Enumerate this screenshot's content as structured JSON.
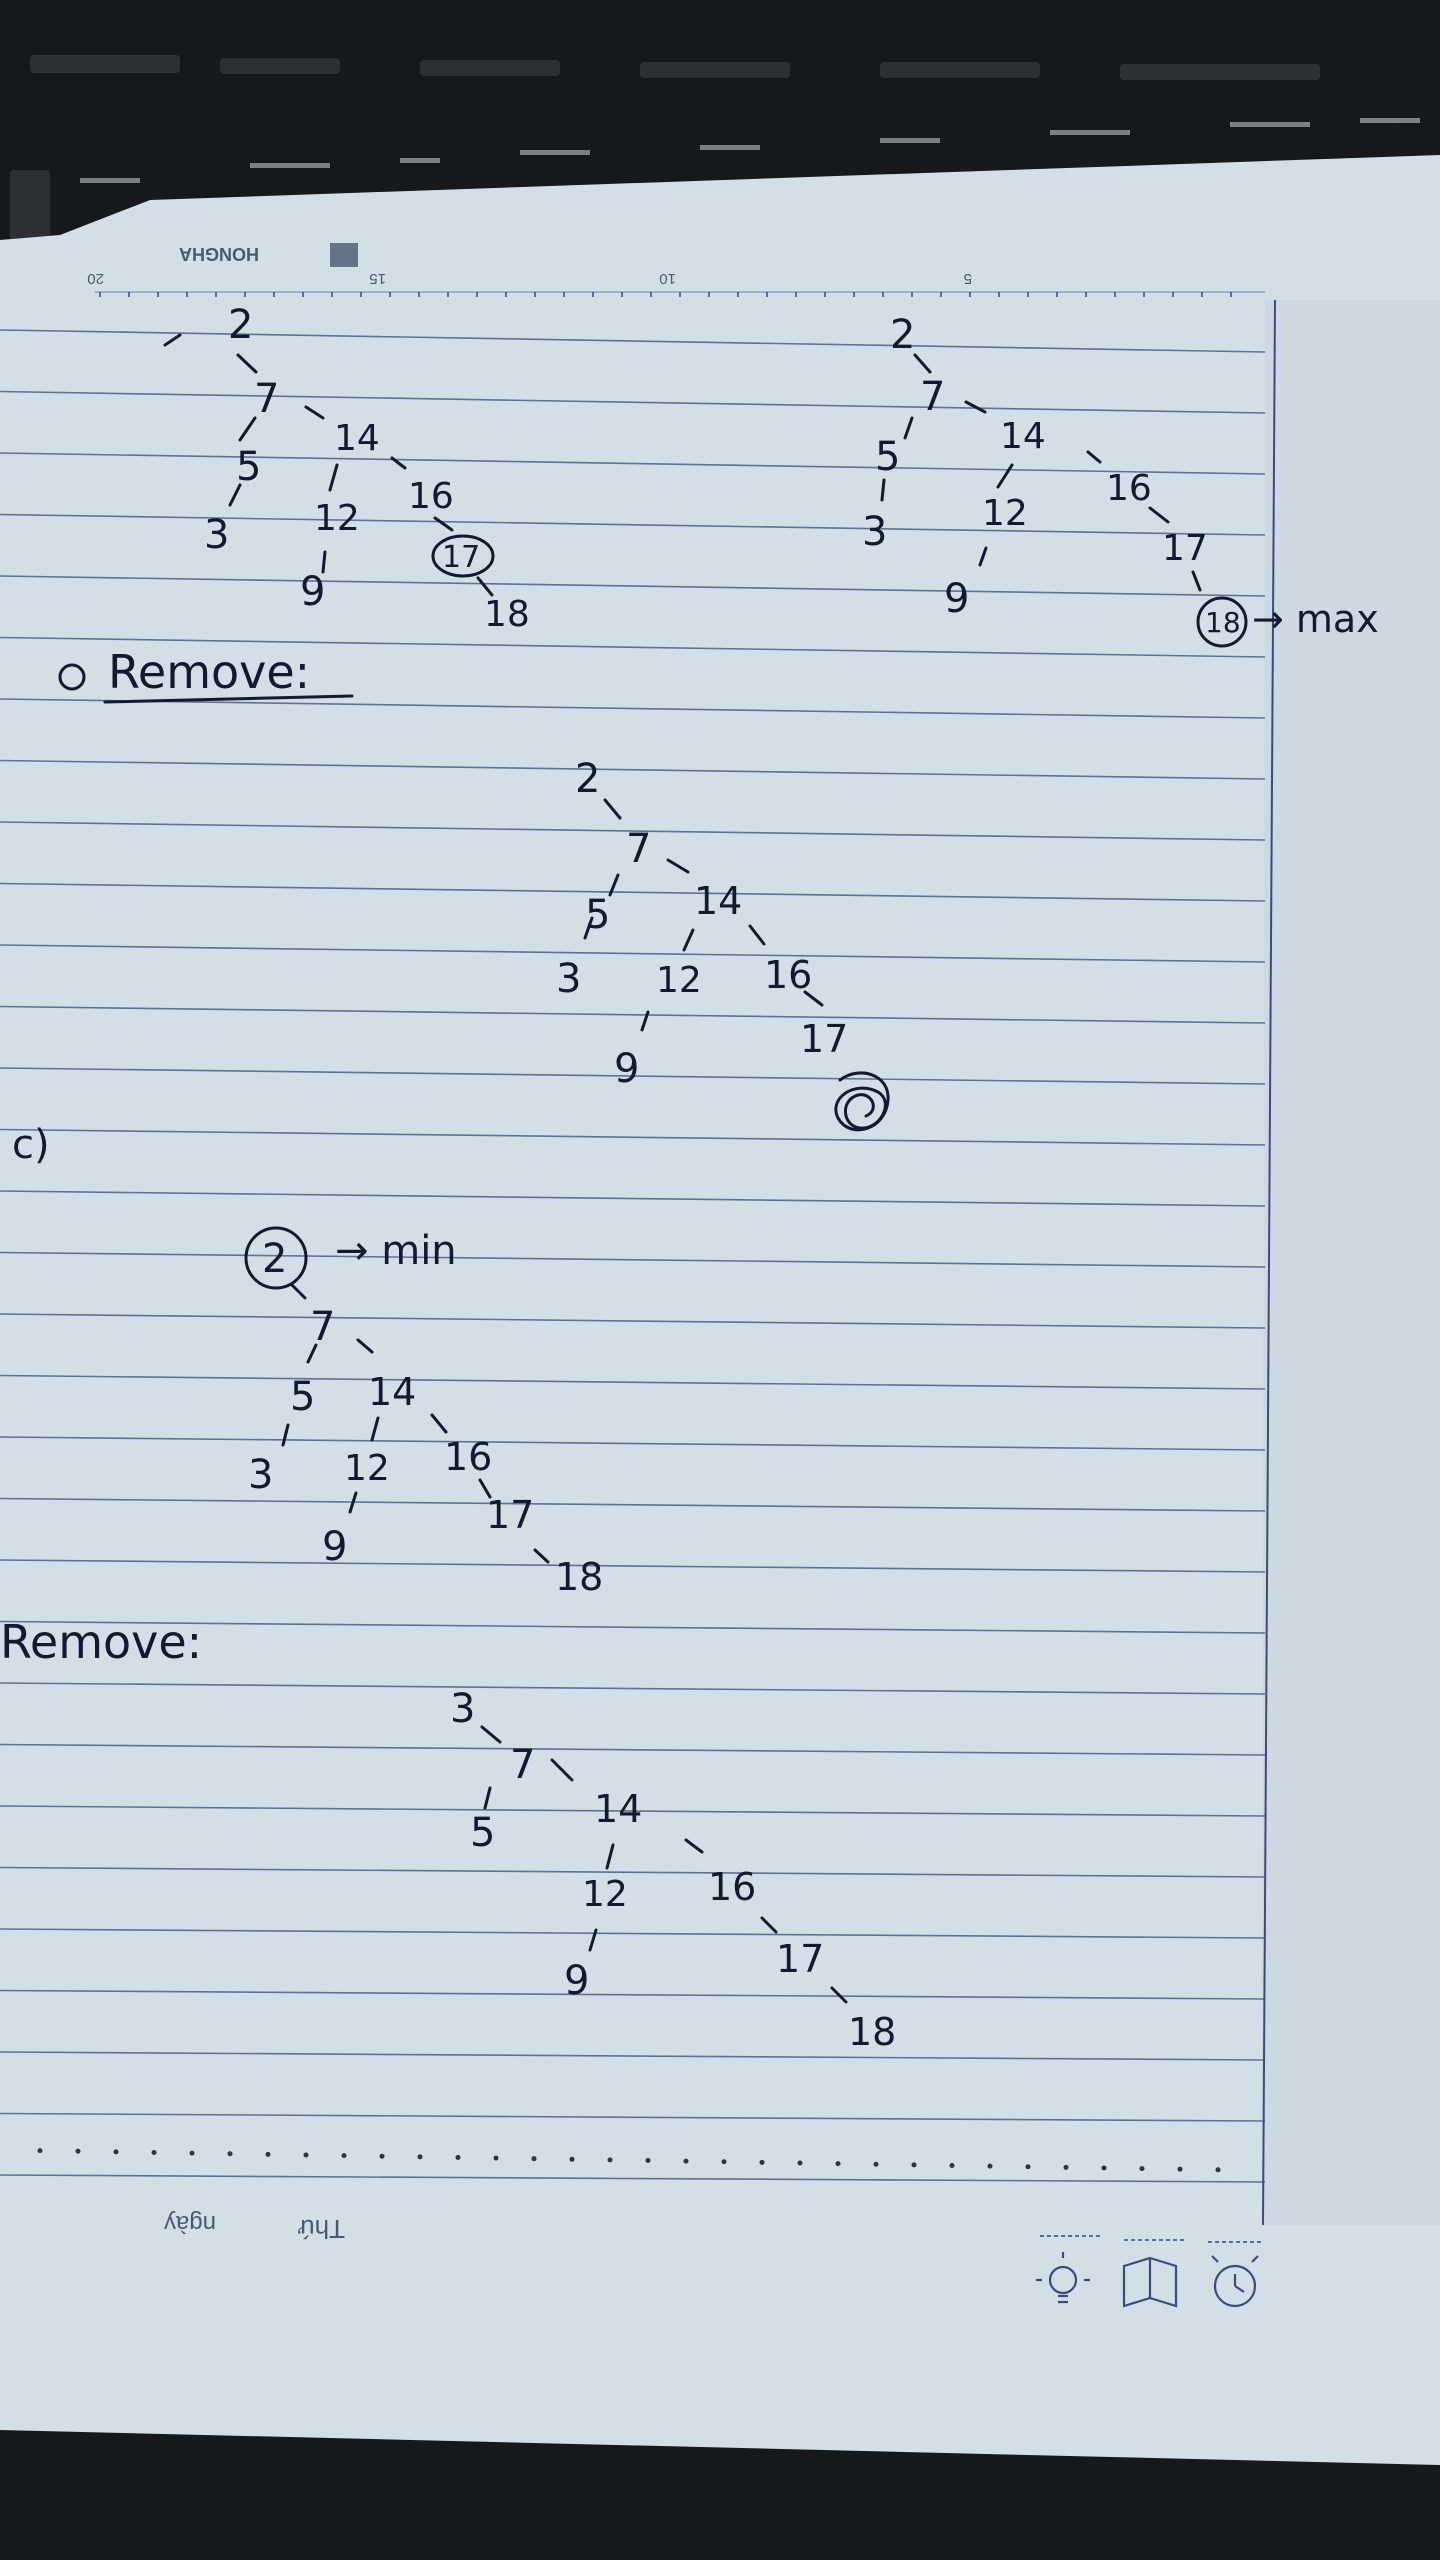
{
  "colors": {
    "background": "#15191c",
    "paper": "#d3dfe7",
    "rule_lines": "#3b4b7a",
    "ink": "#121a2e"
  },
  "brand": {
    "logo_text": "HONGHA",
    "ruler_numbers": [
      "20",
      "15",
      "10",
      "5"
    ],
    "footer_labels": [
      "ngày",
      "Thứ"
    ]
  },
  "icons": [
    "lightbulb-icon",
    "book-icon",
    "clock-icon"
  ],
  "notes": {
    "remove_label_1": "Remove:",
    "remove_label_2": "Remove:",
    "part_c_label": "c)",
    "min_label": "→ min",
    "max_label": "→ max",
    "tree_top_left": [
      "2",
      "7",
      "5",
      "14",
      "3",
      "12",
      "16",
      "9",
      "17",
      "18"
    ],
    "tree_top_right": [
      "2",
      "7",
      "5",
      "14",
      "3",
      "12",
      "16",
      "9",
      "17",
      "18"
    ],
    "tree_middle": [
      "2",
      "7",
      "5",
      "14",
      "3",
      "12",
      "16",
      "9",
      "17"
    ],
    "tree_c": [
      "2",
      "7",
      "5",
      "14",
      "3",
      "12",
      "16",
      "9",
      "17",
      "18"
    ],
    "tree_bottom": [
      "3",
      "7",
      "5",
      "14",
      "12",
      "16",
      "9",
      "17",
      "18"
    ]
  }
}
